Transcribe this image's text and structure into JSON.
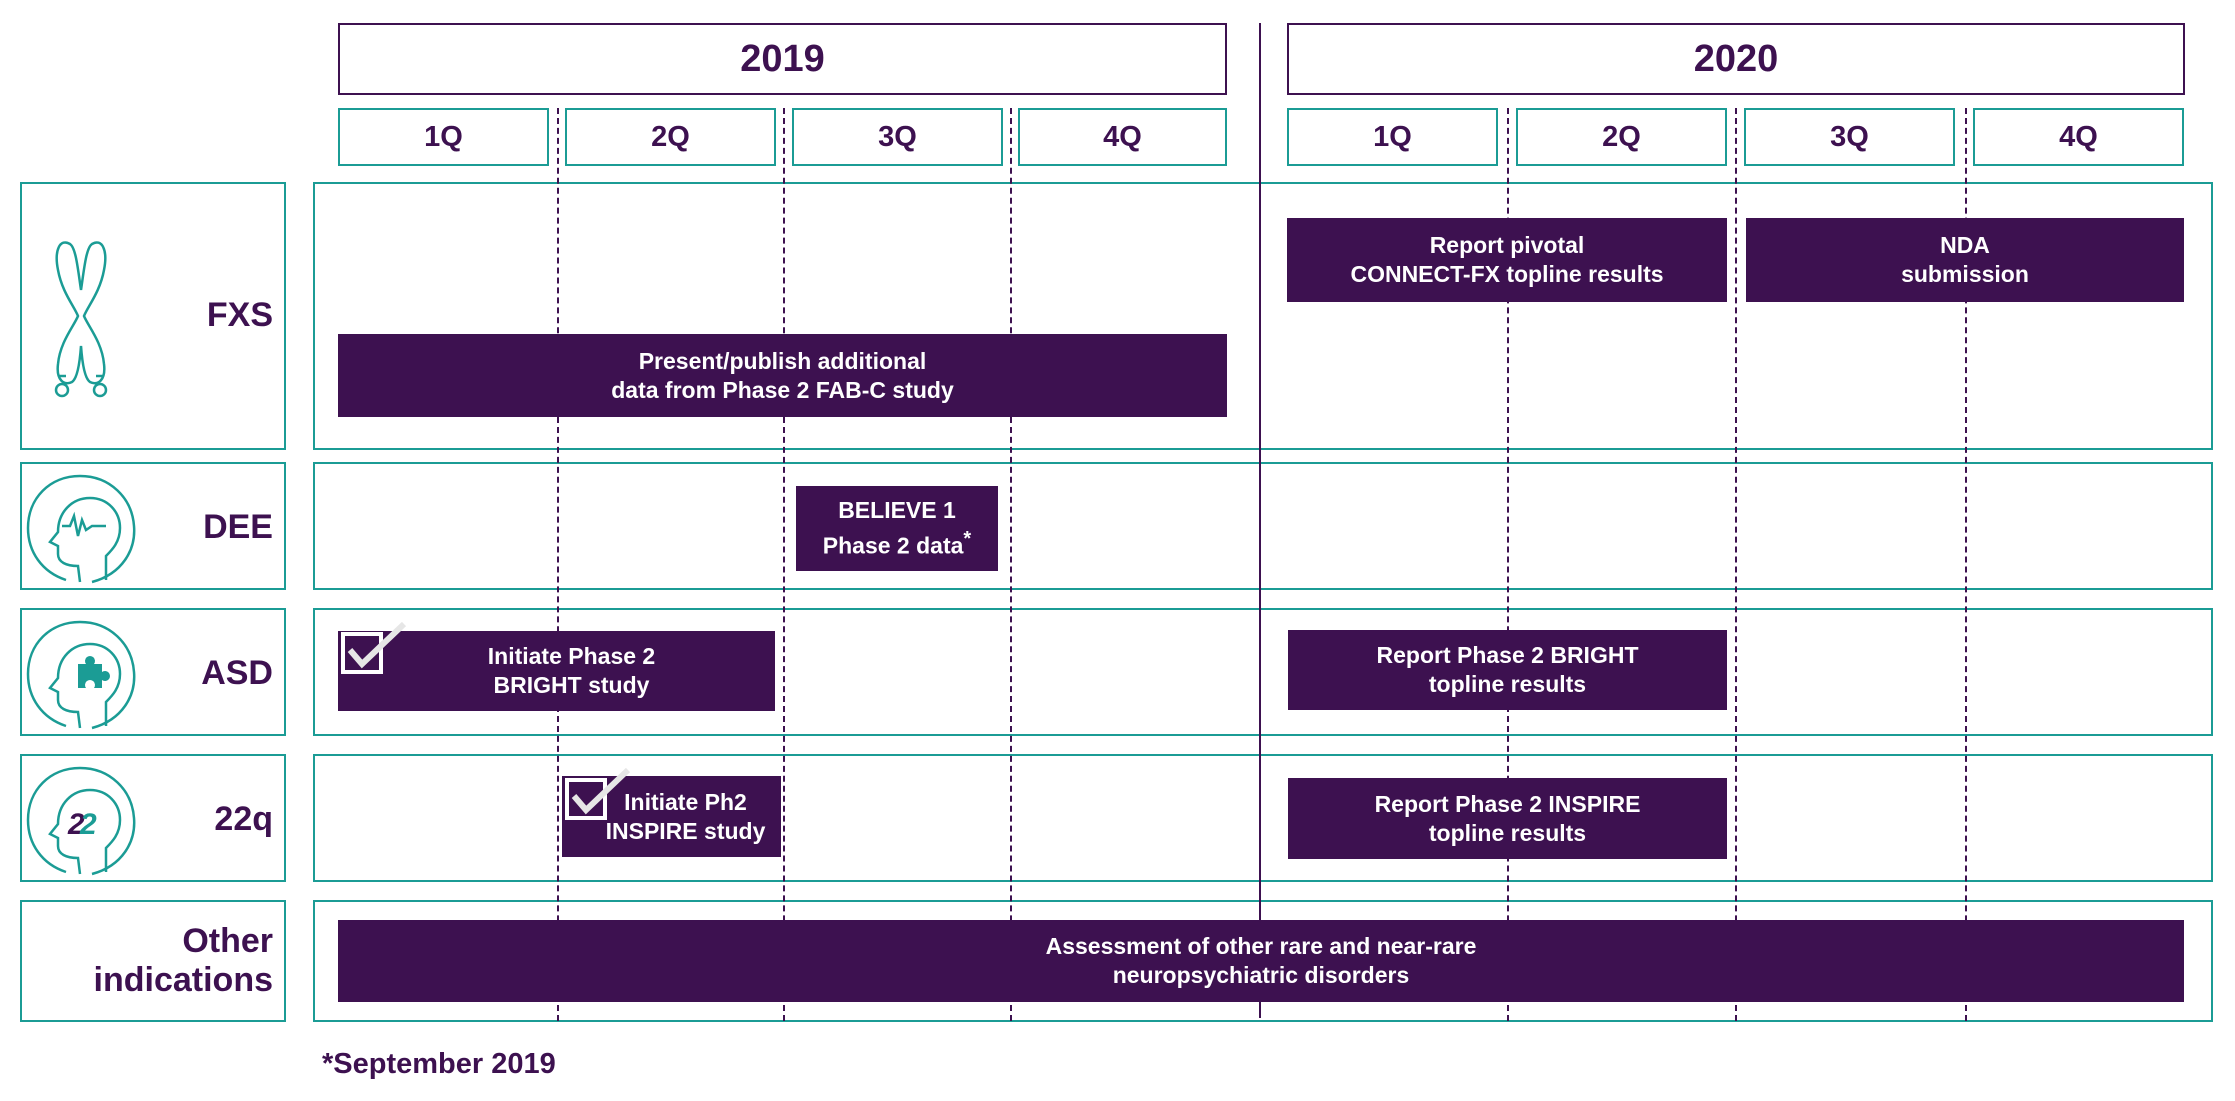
{
  "years": [
    "2019",
    "2020"
  ],
  "quarters": [
    "1Q",
    "2Q",
    "3Q",
    "4Q",
    "1Q",
    "2Q",
    "3Q",
    "4Q"
  ],
  "rows": {
    "fxs": "FXS",
    "dee": "DEE",
    "asd": "ASD",
    "q22": "22q",
    "other_1": "Other",
    "other_2": "indications"
  },
  "bars": {
    "fxs_pivotal": [
      "Report pivotal",
      "CONNECT-FX topline results"
    ],
    "fxs_nda": [
      "NDA",
      "submission"
    ],
    "fxs_present": [
      "Present/publish additional",
      "data from Phase 2 FAB-C study"
    ],
    "dee_believe": [
      "BELIEVE 1",
      "Phase 2 data"
    ],
    "dee_believe_asterisk": "*",
    "asd_initiate": [
      "Initiate Phase 2",
      "BRIGHT study"
    ],
    "asd_report": [
      "Report Phase 2 BRIGHT",
      "topline results"
    ],
    "q22_initiate": [
      "Initiate Ph2",
      "INSPIRE study"
    ],
    "q22_report": [
      "Report Phase 2 INSPIRE",
      "topline results"
    ],
    "other_assessment": [
      "Assessment of other rare and near-rare",
      "neuropsychiatric disorders"
    ]
  },
  "icons": {
    "fxs": "chromosome-icon",
    "dee": "head-eeg-icon",
    "asd": "head-puzzle-icon",
    "q22": "head-22-icon",
    "check": "checkmark-icon"
  },
  "colors": {
    "accent": "#3d1150",
    "teal": "#1b9c95"
  },
  "footnote": "*September 2019"
}
